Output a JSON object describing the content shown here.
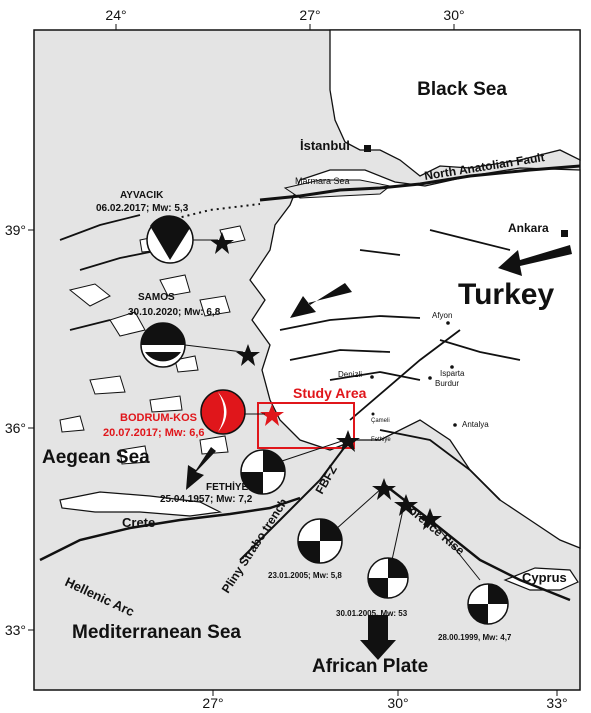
{
  "axes": {
    "top_ticks": [
      "24°",
      "27°",
      "30°"
    ],
    "bottom_ticks": [
      "27°",
      "30°",
      "33°"
    ],
    "left_ticks": [
      "39°",
      "36°",
      "33°"
    ]
  },
  "seas": {
    "black_sea": "Black Sea",
    "aegean_sea": "Aegean Sea",
    "mediterranean_sea": "Mediterranean Sea",
    "marmara_sea": "Marmara Sea"
  },
  "land": {
    "turkey": "Turkey",
    "crete": "Crete",
    "cyprus": "Cyprus"
  },
  "cities": {
    "istanbul": "İstanbul",
    "ankara": "Ankara",
    "afyon": "Afyon",
    "isparta": "Isparta",
    "burdur": "Burdur",
    "denizli": "Denizli",
    "antalya": "Antalya",
    "cameli": "Çameli",
    "fethiye_town": "Fethiye"
  },
  "faults": {
    "north_anatolian": "North Anatolian Fault",
    "hellenic_arc": "Hellenic Arc",
    "pliny_strabo": "Pliny Strabo trench",
    "fbfz": "FBFZ",
    "florence_rise": "Florence Rise"
  },
  "plates": {
    "african_plate": "African Plate"
  },
  "study_area": "Study Area",
  "earthquakes": {
    "ayvacik": {
      "name": "AYVACIK",
      "detail": "06.02.2017; Mw: 5,3"
    },
    "samos": {
      "name": "SAMOS",
      "detail": "30.10.2020; Mw: 6,8"
    },
    "bodrum": {
      "name": "BODRUM-KOS",
      "detail": "20.07.2017; Mw: 6,6"
    },
    "fethiye": {
      "name": "FETHİYE",
      "detail": "25.04.1957; Mw: 7,2"
    },
    "eq2005a": {
      "detail": "23.01.2005; Mw: 5,8"
    },
    "eq2005b": {
      "detail": "30.01.2005, Mw: 53"
    },
    "eq1999": {
      "detail": "28.00.1999, Mw: 4,7"
    }
  },
  "colors": {
    "sea": "#e4e4e4",
    "land": "#ffffff",
    "ink": "#111111",
    "highlight": "#e0161b"
  }
}
